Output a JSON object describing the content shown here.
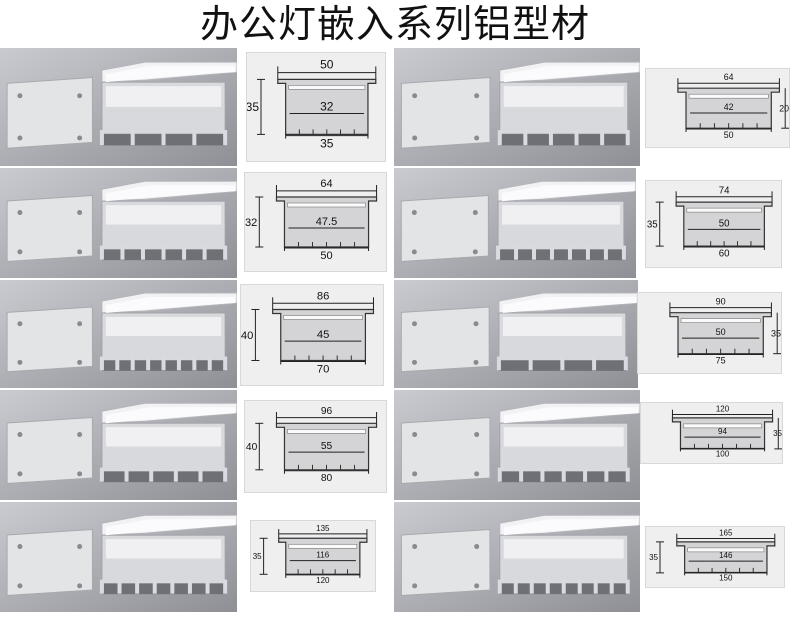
{
  "title": "办公灯嵌入系列铝型材",
  "profiles": [
    {
      "id": "p1",
      "top": "50",
      "middle": "32",
      "bottom": "35",
      "height": "35"
    },
    {
      "id": "p2",
      "top": "64",
      "middle": "42",
      "bottom": "50",
      "height": "20"
    },
    {
      "id": "p3",
      "top": "64",
      "middle": "47.5",
      "bottom": "50",
      "height": "32"
    },
    {
      "id": "p4",
      "top": "74",
      "middle": "50",
      "bottom": "60",
      "height": "35"
    },
    {
      "id": "p5",
      "top": "86",
      "middle": "45",
      "bottom": "70",
      "height": "40"
    },
    {
      "id": "p6",
      "top": "90",
      "middle": "50",
      "bottom": "75",
      "height": "35"
    },
    {
      "id": "p7",
      "top": "96",
      "middle": "55",
      "bottom": "80",
      "height": "40"
    },
    {
      "id": "p8",
      "top": "120",
      "middle": "94",
      "bottom": "100",
      "height": "35"
    },
    {
      "id": "p9",
      "top": "135",
      "middle": "116",
      "bottom": "120",
      "height": "35"
    },
    {
      "id": "p10",
      "top": "165",
      "middle": "146",
      "bottom": "150",
      "height": "35"
    }
  ]
}
